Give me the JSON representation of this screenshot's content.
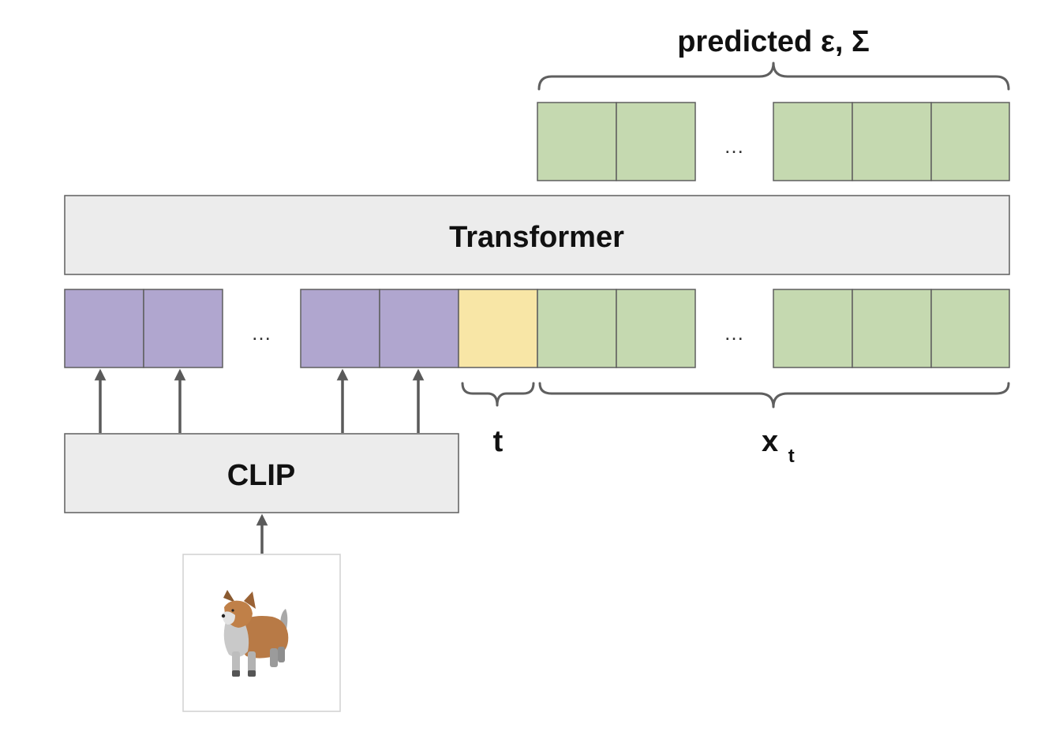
{
  "diagram": {
    "output_label": "predicted ε, Σ",
    "transformer_label": "Transformer",
    "encoder_label": "CLIP",
    "timestep_label": "t",
    "noisy_label_base": "x",
    "noisy_label_sub": "t",
    "ellipsis": "…",
    "input_image": "corgi-3d-render"
  },
  "colors": {
    "clip_token": "#b0a6cf",
    "timestep_token": "#f8e6a6",
    "x_token": "#c5d9b0",
    "block_fill": "#ececec",
    "stroke": "#5f5f5f",
    "arrow": "#5a5a5a"
  }
}
